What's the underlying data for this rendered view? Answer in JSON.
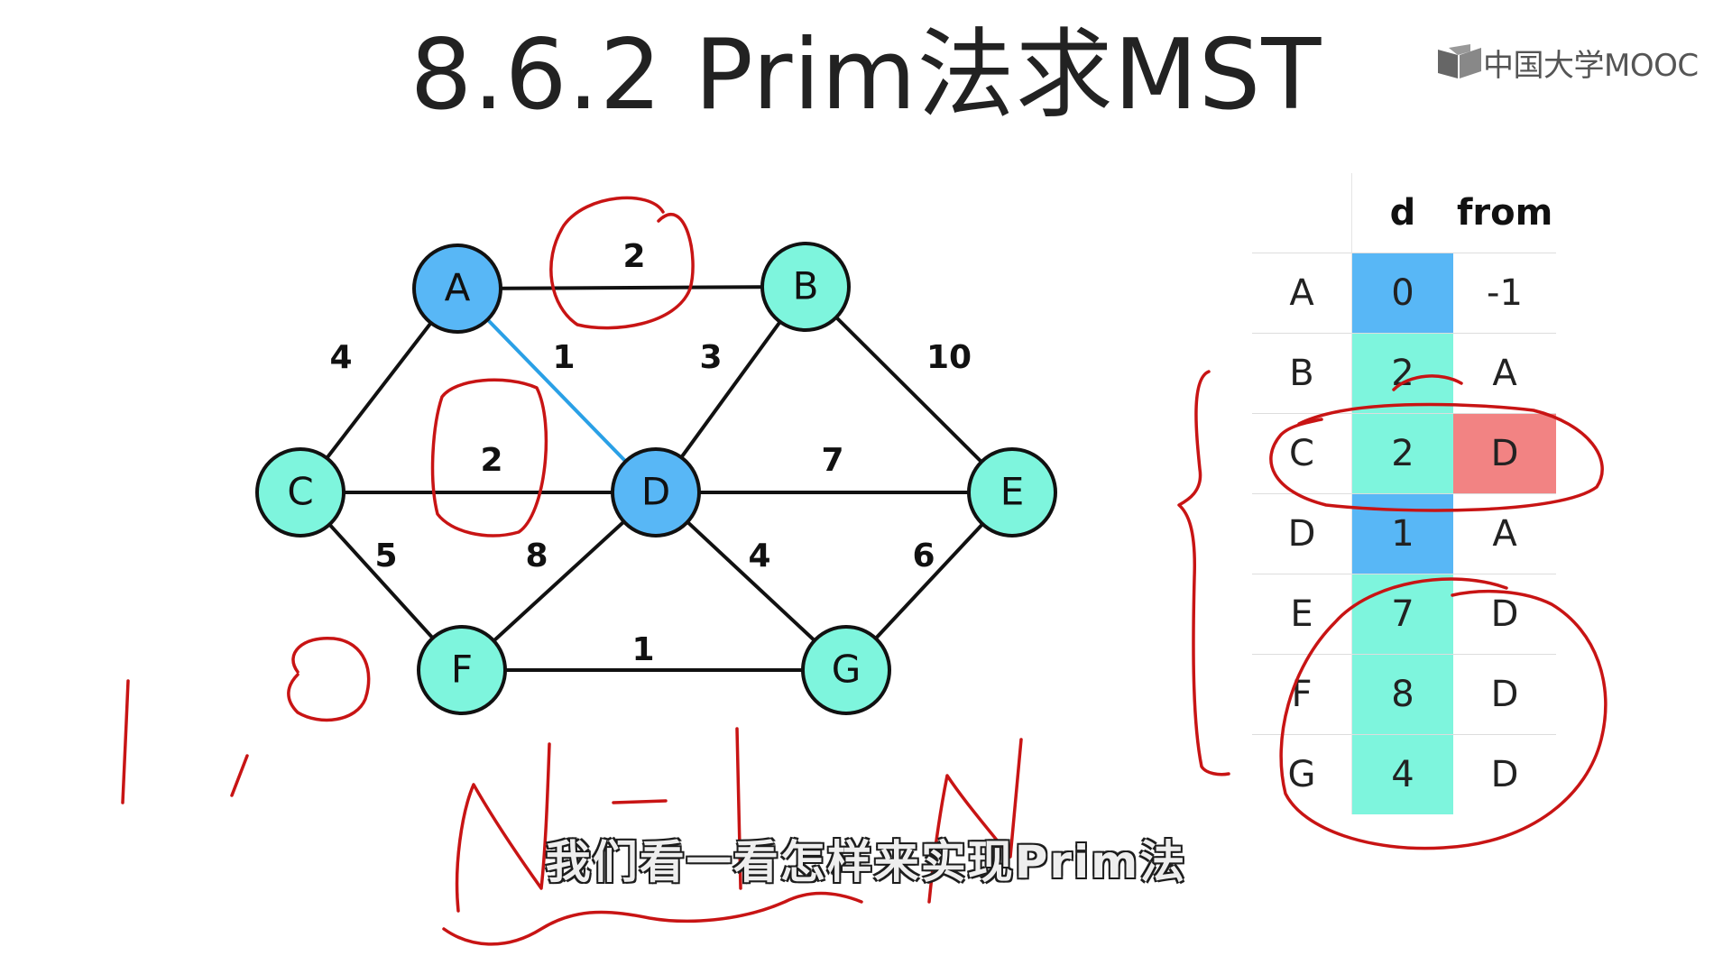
{
  "title": "8.6.2 Prim法求MST",
  "logo": {
    "text": "中国大学MOOC",
    "icon": "book-icon"
  },
  "colors": {
    "visited_node": "#58b7f6",
    "unvisited_node": "#7ef5dd",
    "tree_edge": "#2aa0e6",
    "ink": "#c81414",
    "highlight": "#f28383"
  },
  "graph": {
    "nodes": [
      {
        "id": "A",
        "label": "A",
        "visited": true
      },
      {
        "id": "B",
        "label": "B",
        "visited": false
      },
      {
        "id": "C",
        "label": "C",
        "visited": false
      },
      {
        "id": "D",
        "label": "D",
        "visited": true
      },
      {
        "id": "E",
        "label": "E",
        "visited": false
      },
      {
        "id": "F",
        "label": "F",
        "visited": false
      },
      {
        "id": "G",
        "label": "G",
        "visited": false
      }
    ],
    "edges": [
      {
        "from": "A",
        "to": "B",
        "weight": "2",
        "tree": false
      },
      {
        "from": "A",
        "to": "C",
        "weight": "4",
        "tree": false
      },
      {
        "from": "A",
        "to": "D",
        "weight": "1",
        "tree": true
      },
      {
        "from": "B",
        "to": "D",
        "weight": "3",
        "tree": false
      },
      {
        "from": "B",
        "to": "E",
        "weight": "10",
        "tree": false
      },
      {
        "from": "C",
        "to": "D",
        "weight": "2",
        "tree": false
      },
      {
        "from": "D",
        "to": "E",
        "weight": "7",
        "tree": false
      },
      {
        "from": "C",
        "to": "F",
        "weight": "5",
        "tree": false
      },
      {
        "from": "D",
        "to": "F",
        "weight": "8",
        "tree": false
      },
      {
        "from": "D",
        "to": "G",
        "weight": "4",
        "tree": false
      },
      {
        "from": "E",
        "to": "G",
        "weight": "6",
        "tree": false
      },
      {
        "from": "F",
        "to": "G",
        "weight": "1",
        "tree": false
      }
    ]
  },
  "table": {
    "headers": {
      "vertex": "",
      "d": "d",
      "from": "from"
    },
    "rows": [
      {
        "v": "A",
        "d": "0",
        "from": "-1",
        "visited": true,
        "highlight_from": false
      },
      {
        "v": "B",
        "d": "2",
        "from": "A",
        "visited": false,
        "highlight_from": false
      },
      {
        "v": "C",
        "d": "2",
        "from": "D",
        "visited": false,
        "highlight_from": true
      },
      {
        "v": "D",
        "d": "1",
        "from": "A",
        "visited": true,
        "highlight_from": false
      },
      {
        "v": "E",
        "d": "7",
        "from": "D",
        "visited": false,
        "highlight_from": false
      },
      {
        "v": "F",
        "d": "8",
        "from": "D",
        "visited": false,
        "highlight_from": false
      },
      {
        "v": "G",
        "d": "4",
        "from": "D",
        "visited": false,
        "highlight_from": false
      }
    ]
  },
  "subtitle": "我们看一看怎样来实现Prim法"
}
